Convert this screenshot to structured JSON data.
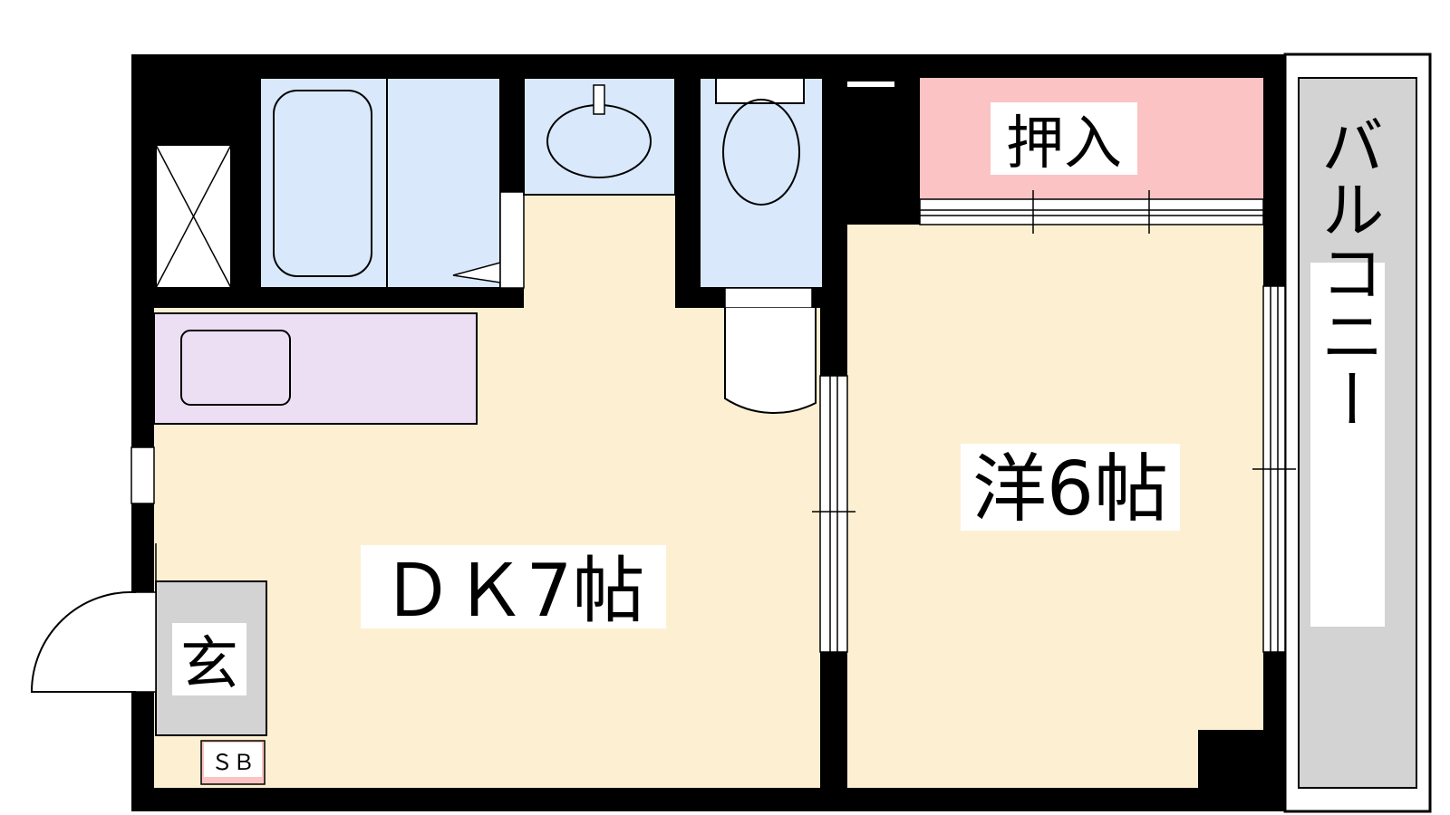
{
  "rooms": {
    "dk": "ＤＫ7帖",
    "western": "洋6帖",
    "closet": "押入",
    "entrance": "玄",
    "shoe_box": "ＳＢ",
    "balcony": "バルコニー"
  },
  "colors": {
    "floor": "#fdf0d2",
    "wet_area": "#d9e9fb",
    "kitchen": "#ecdff4",
    "closet": "#fbc3c3",
    "balcony": "#d3d3d3",
    "entrance": "#d3d3d3",
    "wall": "#000000"
  }
}
